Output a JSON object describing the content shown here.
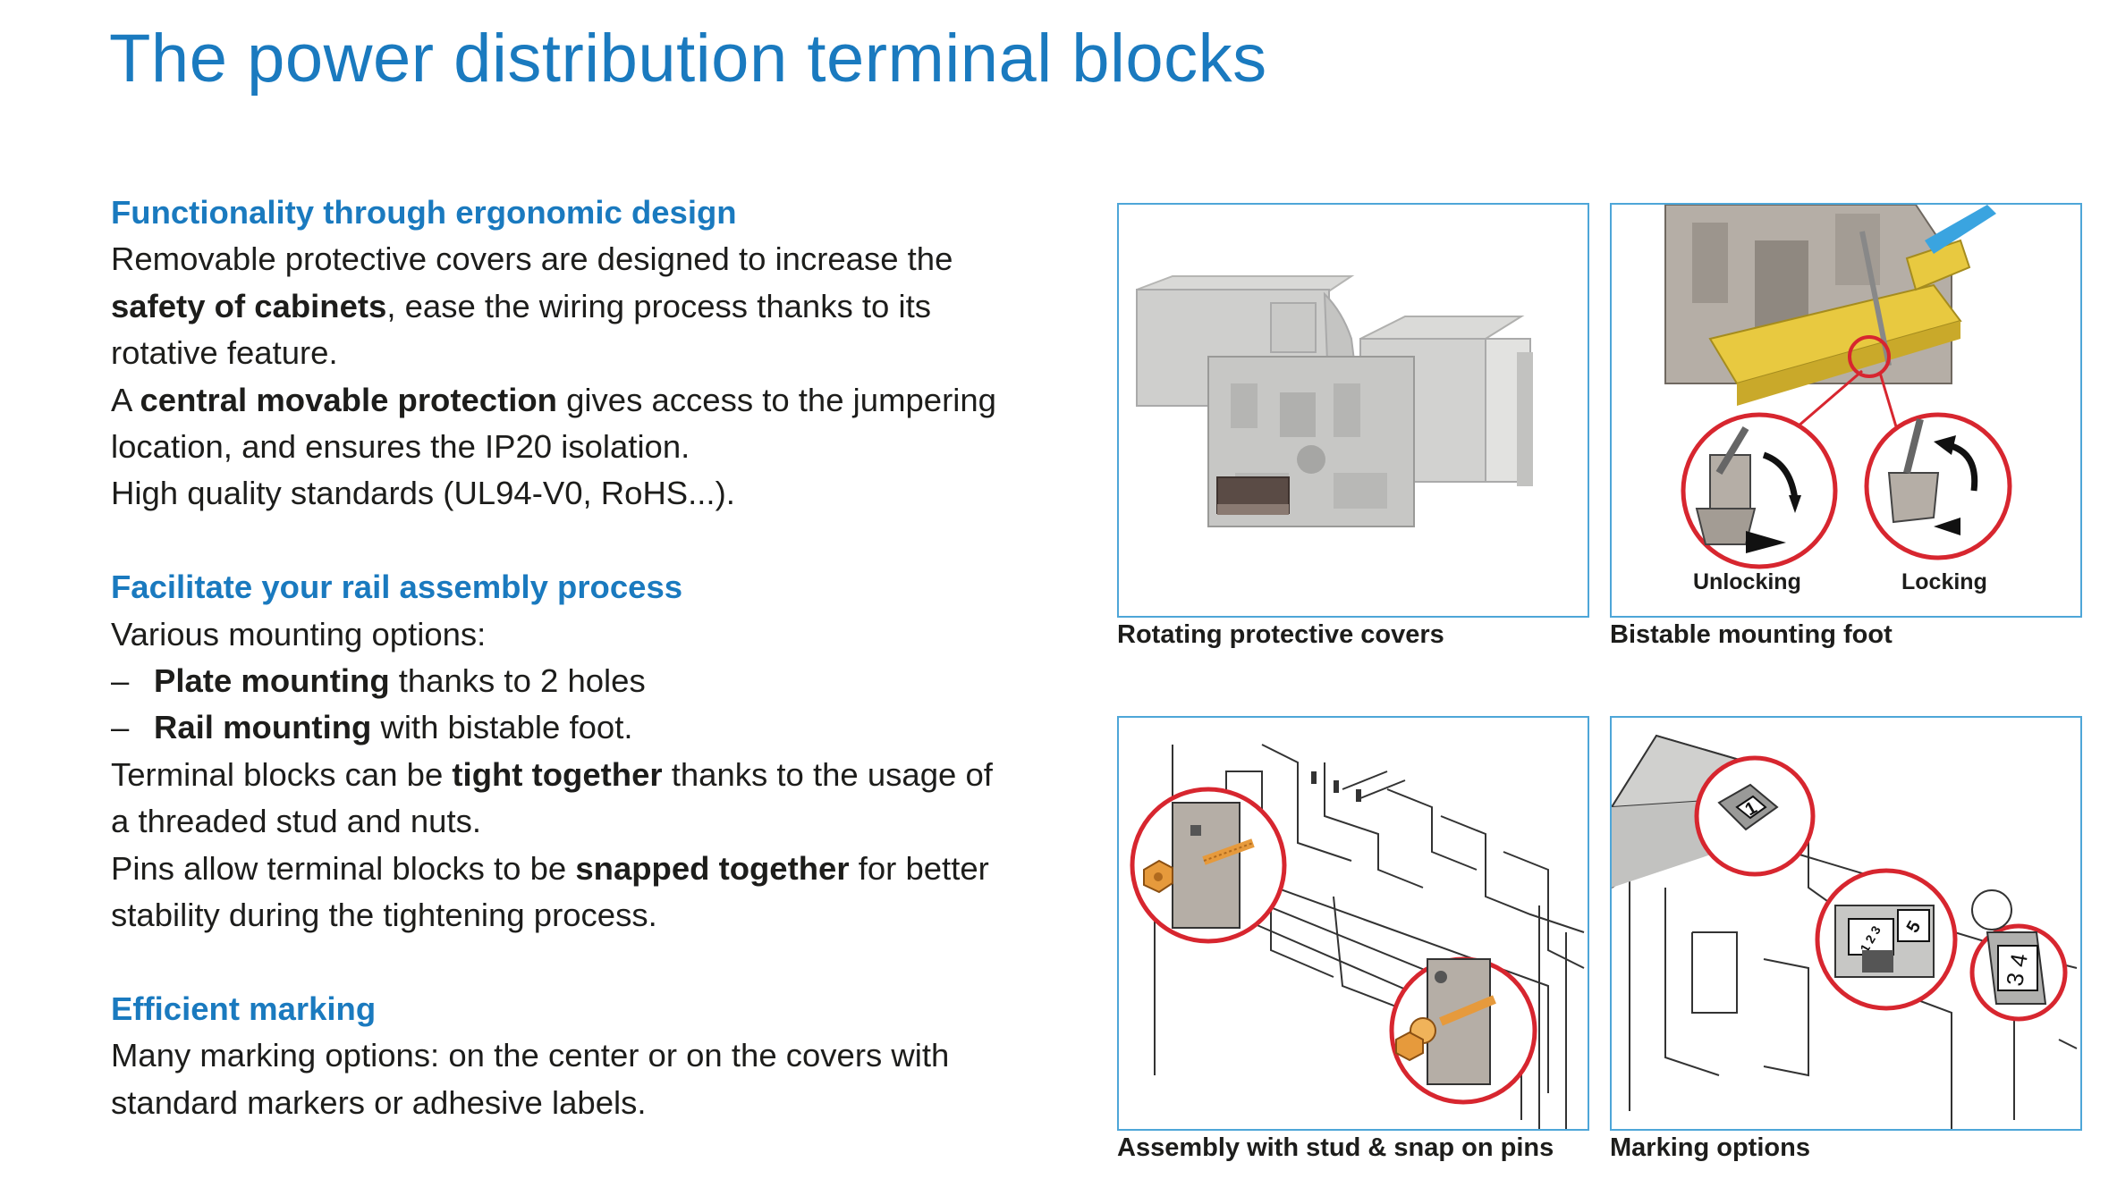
{
  "title": "The power distribution terminal blocks",
  "sections": {
    "ergonomic": {
      "heading": "Functionality through ergonomic design",
      "l1": "Removable protective covers are designed to increase the",
      "l2_bold": "safety of cabinets",
      "l2_rest": ", ease the wiring process thanks to its",
      "l3": "rotative feature.",
      "l4_pre": "A ",
      "l4_bold": "central movable protection",
      "l4_rest": " gives access to the jumpering",
      "l5": "location, and ensures the IP20 isolation.",
      "l6": "High quality standards (UL94-V0, RoHS...)."
    },
    "rail": {
      "heading": "Facilitate your rail assembly process",
      "l1": "Various mounting options:",
      "dash": "–",
      "b1_bold": "Plate mounting",
      "b1_rest": " thanks to 2 holes",
      "b2_bold": "Rail mounting",
      "b2_rest": " with bistable foot.",
      "l4_pre": "Terminal blocks can be ",
      "l4_bold": "tight together",
      "l4_rest": " thanks to the usage of",
      "l5": "a threaded stud and nuts.",
      "l6_pre": "Pins allow terminal blocks to be ",
      "l6_bold": "snapped together",
      "l6_rest": " for better",
      "l7": "stability during the tightening process."
    },
    "marking": {
      "heading": "Efficient marking",
      "l1": "Many marking options: on the center or on the covers with",
      "l2": "standard markers or adhesive labels."
    }
  },
  "figures": {
    "rotating_caption": "Rotating protective covers",
    "bistable_caption": "Bistable mounting foot",
    "unlocking_label": "Unlocking",
    "locking_label": "Locking",
    "assembly_caption": "Assembly with stud & snap on pins",
    "marking_caption": "Marking options",
    "marker_1": "1",
    "marker_5": "5",
    "marker_34": "3 4",
    "marker_123": "1 2 3"
  },
  "colors": {
    "title_blue": "#1a7abf",
    "panel_border": "#4ea6d8",
    "callout_red": "#d7262f",
    "rail_yellow": "#e8c940",
    "nut_orange": "#e69a3c"
  }
}
